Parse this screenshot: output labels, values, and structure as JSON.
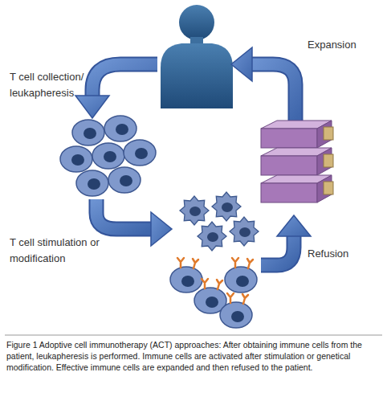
{
  "diagram": {
    "caption": "Figure 1 Adoptive cell immunotherapy (ACT) approaches: After obtaining immune cells from the patient, leukapheresis is performed. Immune cells are activated after stimulation or genetical modification. Effective immune cells are expanded and then refused to the patient.",
    "labels": [
      "T cell collection/ leukapheresis",
      "Expansion",
      "T cell stimulation or modification",
      "Refusion"
    ]
  }
}
